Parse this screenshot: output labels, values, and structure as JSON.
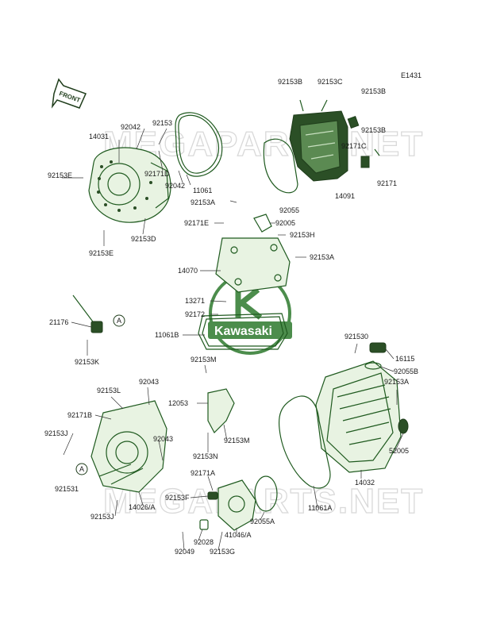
{
  "diagram_code": "E1431",
  "front_marker": "FRONT",
  "callout": "A",
  "watermarks": [
    "MEGAPARTS.NET",
    "MEGAPARTS.NET"
  ],
  "logo": {
    "text": "Kawasaki",
    "color": "#2d7a2d"
  },
  "colors": {
    "outline": "#1f5a1f",
    "fill": "#e8f3e2",
    "dark": "#2b4f26",
    "watermark": "#d9d9d9"
  },
  "labels": {
    "l92153B_top": "92153B",
    "l92153C": "92153C",
    "l92153B_right": "92153B",
    "l92153B_r2": "92153B",
    "l92171C": "92171C",
    "l92171": "92171",
    "l14091": "14091",
    "l92055": "92055",
    "l14031": "14031",
    "l92042_a": "92042",
    "l92153": "92153",
    "l92171D": "92171D",
    "l92153E_a": "92153E",
    "l92042_b": "92042",
    "l11061": "11061",
    "l92153A_a": "92153A",
    "l92153D": "92153D",
    "l92153E_b": "92153E",
    "l92171E": "92171E",
    "l92005": "92005",
    "l92153H": "92153H",
    "l92153A_b": "92153A",
    "l14070": "14070",
    "l13271": "13271",
    "l92172": "92172",
    "l21176": "21176",
    "l11061B": "11061B",
    "l92153K": "92153K",
    "l92153M_a": "92153M",
    "l921530": "921530",
    "l16115": "16115",
    "l92055B": "92055B",
    "l92153A_c": "92153A",
    "l92153L": "92153L",
    "l92043_a": "92043",
    "l12053": "12053",
    "l92171B": "92171B",
    "l92153J_a": "92153J",
    "l92043_b": "92043",
    "l92153M_b": "92153M",
    "l92153N": "92153N",
    "l52005": "52005",
    "l921531": "921531",
    "l92171A": "92171A",
    "l14032": "14032",
    "l92153F": "92153F",
    "l14026A": "14026/A",
    "l11061A": "11061A",
    "l92153J_b": "92153J",
    "l92055A": "92055A",
    "l41046A": "41046/A",
    "l92028": "92028",
    "l92049": "92049",
    "l92153G": "92153G"
  }
}
